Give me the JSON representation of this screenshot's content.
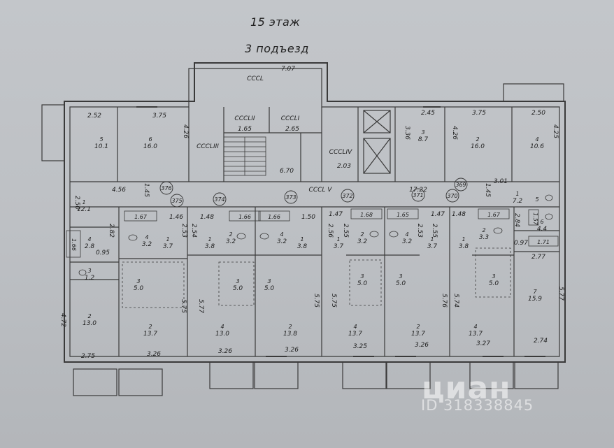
{
  "title": {
    "floor": "15 этаж",
    "entrance": "3 подъезд"
  },
  "watermark": {
    "logo": "циан",
    "id": "ID 318338845"
  },
  "rooms": [
    {
      "n": "5",
      "area": "10.1"
    },
    {
      "n": "6",
      "area": "16.0"
    },
    {
      "n": "1",
      "area": "12.1"
    },
    {
      "n": "4",
      "area": "2.8"
    },
    {
      "n": "3",
      "area": "1.2"
    },
    {
      "n": "2",
      "area": "13.0"
    },
    {
      "n": "4",
      "area": "3.2"
    },
    {
      "n": "1",
      "area": "3.7"
    },
    {
      "n": "3",
      "area": "5.0"
    },
    {
      "n": "2",
      "area": "13.7"
    },
    {
      "n": "2",
      "area": "3.2"
    },
    {
      "n": "1",
      "area": "3.8"
    },
    {
      "n": "3",
      "area": "5.0"
    },
    {
      "n": "4",
      "area": "13.0"
    },
    {
      "n": "4",
      "area": "3.2"
    },
    {
      "n": "3",
      "area": "5.0"
    },
    {
      "n": "2",
      "area": "13.8"
    },
    {
      "n": "1",
      "area": "3.8"
    },
    {
      "n": "1",
      "area": "3.7"
    },
    {
      "n": "2",
      "area": "3.2"
    },
    {
      "n": "3",
      "area": "5.0"
    },
    {
      "n": "4",
      "area": "13.7"
    },
    {
      "n": "4",
      "area": "3.2"
    },
    {
      "n": "3",
      "area": "5.0"
    },
    {
      "n": "2",
      "area": "13.7"
    },
    {
      "n": "1",
      "area": "3.7"
    },
    {
      "n": "1",
      "area": "3.8"
    },
    {
      "n": "2",
      "area": "3.3"
    },
    {
      "n": "3",
      "area": "5.0"
    },
    {
      "n": "4",
      "area": "13.7"
    },
    {
      "n": "1",
      "area": "7.2"
    },
    {
      "n": "5",
      "area": ""
    },
    {
      "n": "6",
      "area": "4.4"
    },
    {
      "n": "7",
      "area": "15.9"
    },
    {
      "n": "3",
      "area": "8.7"
    },
    {
      "n": "2",
      "area": "16.0"
    },
    {
      "n": "4",
      "area": "10.6"
    }
  ],
  "common_areas": [
    "CCCL",
    "CCCLII",
    "CCCLI",
    "CCCLIII",
    "CCCLIV",
    "CCCL V"
  ],
  "common_area_values": [
    "7.07",
    "1.65",
    "2.65",
    "6.70",
    "2.03",
    "17.22"
  ],
  "apartments": [
    "376",
    "375",
    "374",
    "373",
    "372",
    "371",
    "370",
    "369"
  ],
  "dimensions": [
    "2.52",
    "3.75",
    "4.26",
    "4.56",
    "1.45",
    "2.50",
    "2.45",
    "3.75",
    "2.50",
    "3.36",
    "4.26",
    "4.25",
    "3.01",
    "1.45",
    "2.82",
    "0.95",
    "4.72",
    "1.46",
    "2.53",
    "2.54",
    "1.48",
    "1.50",
    "2.56",
    "1.47",
    "2.55",
    "2.53",
    "1.47",
    "2.55",
    "1.48",
    "2.84",
    "0.97",
    "2.77",
    "5.75",
    "5.77",
    "5.75",
    "5.75",
    "5.76",
    "5.74",
    "5.77",
    "2.75",
    "3.26",
    "3.26",
    "3.26",
    "3.25",
    "3.26",
    "3.27",
    "2.74"
  ],
  "fixtures": [
    "1.67",
    "1.66",
    "1.66",
    "1.68",
    "1.65",
    "1.67",
    "1.66",
    "1.57",
    "1.71"
  ]
}
